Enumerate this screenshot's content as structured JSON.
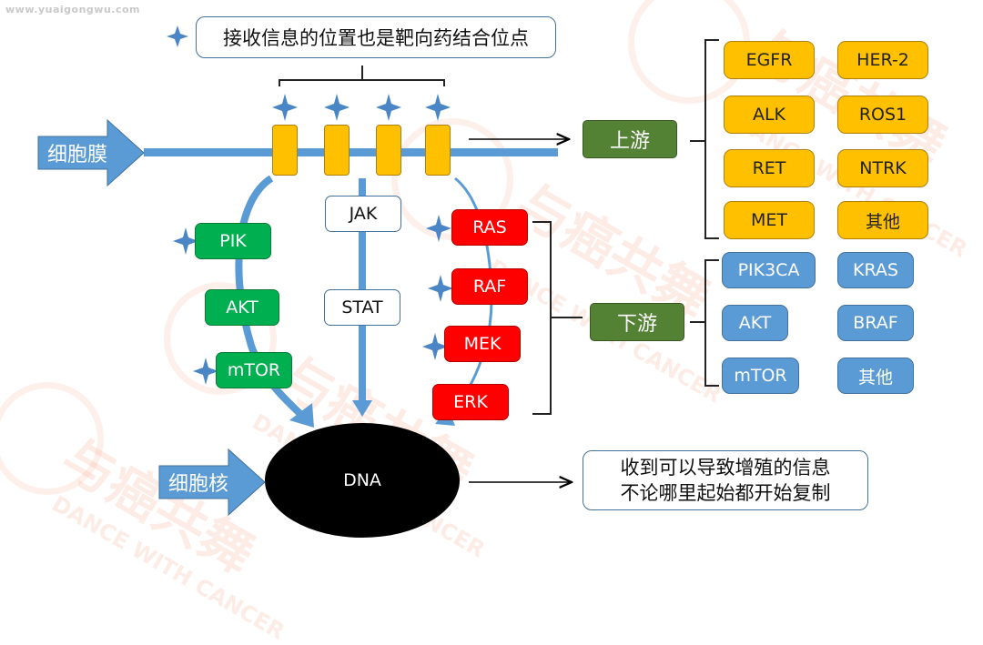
{
  "watermark": {
    "site": "www.yuaigongwu.com",
    "logo_cn": "与癌共舞",
    "logo_en": "DANCE WITH CANCER"
  },
  "colors": {
    "upstream": "#ffc000",
    "downstream": "#5b9bd5",
    "pi3k_pathway": "#00b050",
    "mapk_pathway": "#ff0000",
    "category": "#548235",
    "arrow": "#5b9bd5"
  },
  "top_note": "接收信息的位置也是靶向药结合位点",
  "membrane_label": "细胞膜",
  "nucleus_label": "细胞核",
  "pathways": {
    "pi3k": [
      "PIK",
      "AKT",
      "mTOR"
    ],
    "jak": [
      "JAK",
      "STAT"
    ],
    "mapk": [
      "RAS",
      "RAF",
      "MEK",
      "ERK"
    ]
  },
  "dna_label": "DNA",
  "categories": {
    "upstream": "上游",
    "downstream": "下游"
  },
  "upstream_genes": [
    "EGFR",
    "HER-2",
    "ALK",
    "ROS1",
    "RET",
    "NTRK",
    "MET",
    "其他"
  ],
  "downstream_genes": [
    "PIK3CA",
    "KRAS",
    "AKT",
    "BRAF",
    "mTOR",
    "其他"
  ],
  "dna_note": {
    "line1": "收到可以导致增殖的信息",
    "line2": "不论哪里起始都开始复制"
  },
  "icons": [
    "star-icon",
    "arrow-right-icon",
    "bracket-icon"
  ]
}
